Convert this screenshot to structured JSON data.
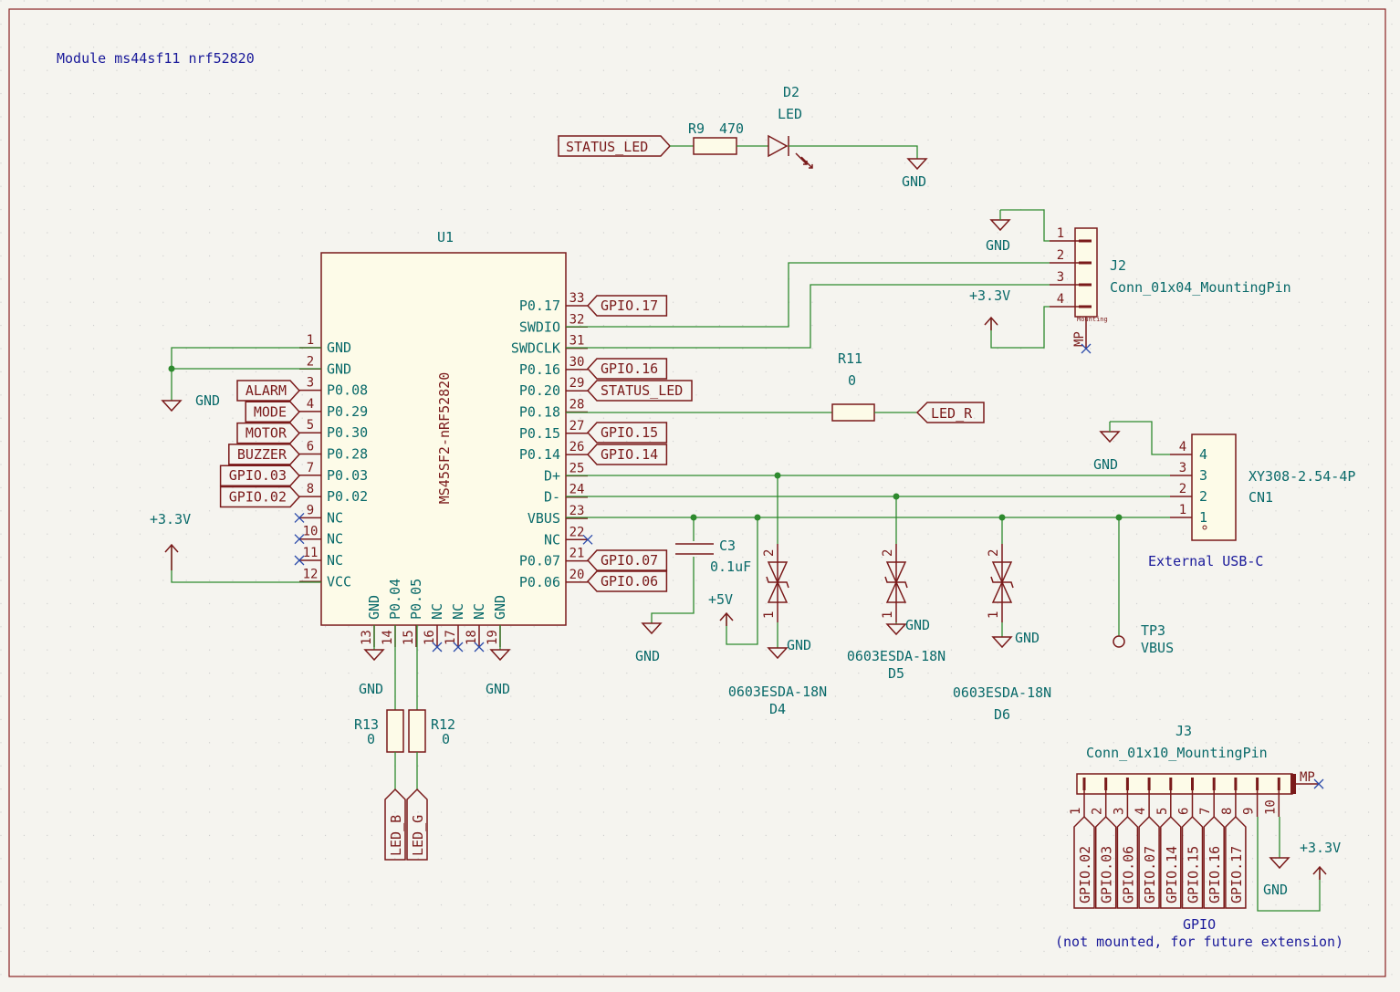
{
  "title": "Module ms44sf11 nrf52820",
  "u1": {
    "ref": "U1",
    "value": "MS45SF2-nRF52820",
    "left_pins": [
      {
        "num": "1",
        "name": "GND"
      },
      {
        "num": "2",
        "name": "GND"
      },
      {
        "num": "3",
        "name": "P0.08"
      },
      {
        "num": "4",
        "name": "P0.29"
      },
      {
        "num": "5",
        "name": "P0.30"
      },
      {
        "num": "6",
        "name": "P0.28"
      },
      {
        "num": "7",
        "name": "P0.03"
      },
      {
        "num": "8",
        "name": "P0.02"
      },
      {
        "num": "9",
        "name": "NC"
      },
      {
        "num": "10",
        "name": "NC"
      },
      {
        "num": "11",
        "name": "NC"
      },
      {
        "num": "12",
        "name": "VCC"
      }
    ],
    "right_pins": [
      {
        "num": "33",
        "name": "P0.17"
      },
      {
        "num": "32",
        "name": "SWDIO"
      },
      {
        "num": "31",
        "name": "SWDCLK"
      },
      {
        "num": "30",
        "name": "P0.16"
      },
      {
        "num": "29",
        "name": "P0.20"
      },
      {
        "num": "28",
        "name": "P0.18"
      },
      {
        "num": "27",
        "name": "P0.15"
      },
      {
        "num": "26",
        "name": "P0.14"
      },
      {
        "num": "25",
        "name": "D+"
      },
      {
        "num": "24",
        "name": "D-"
      },
      {
        "num": "23",
        "name": "VBUS"
      },
      {
        "num": "22",
        "name": "NC"
      },
      {
        "num": "21",
        "name": "P0.07"
      },
      {
        "num": "20",
        "name": "P0.06"
      }
    ],
    "bottom_pins": [
      {
        "num": "13",
        "name": "GND"
      },
      {
        "num": "14",
        "name": "P0.04"
      },
      {
        "num": "15",
        "name": "P0.05"
      },
      {
        "num": "16",
        "name": "NC"
      },
      {
        "num": "17",
        "name": "NC"
      },
      {
        "num": "18",
        "name": "NC"
      },
      {
        "num": "19",
        "name": "GND"
      }
    ]
  },
  "left_labels": [
    "ALARM",
    "MODE",
    "MOTOR",
    "BUZZER",
    "GPIO.03",
    "GPIO.02"
  ],
  "right_labels": [
    "GPIO.17",
    "GPIO.16",
    "STATUS_LED",
    "GPIO.15",
    "GPIO.14",
    "GPIO.07",
    "GPIO.06"
  ],
  "led_labels": [
    "LED_B",
    "LED_G"
  ],
  "led_r_label": "LED_R",
  "status_label": "STATUS_LED",
  "power": {
    "gnd": "GND",
    "v33": "+3.3V",
    "v5": "+5V"
  },
  "r9": {
    "ref": "R9",
    "value": "470"
  },
  "d2": {
    "ref": "D2",
    "value": "LED"
  },
  "r11": {
    "ref": "R11",
    "value": "0"
  },
  "r12": {
    "ref": "R12",
    "value": "0"
  },
  "r13": {
    "ref": "R13",
    "value": "0"
  },
  "c3": {
    "ref": "C3",
    "value": "0.1uF"
  },
  "j2": {
    "ref": "J2",
    "value": "Conn_01x04_MountingPin",
    "pins": [
      "1",
      "2",
      "3",
      "4"
    ],
    "mp": "MP",
    "mount": "Mounting"
  },
  "cn1": {
    "ref": "CN1",
    "value": "XY308-2.54-4P",
    "desc": "External USB-C",
    "pins": [
      "4",
      "3",
      "2",
      "1"
    ],
    "pin_names": [
      "4",
      "3",
      "2",
      "1"
    ]
  },
  "tvs": [
    {
      "ref": "D4",
      "value": "0603ESDA-18N"
    },
    {
      "ref": "D5",
      "value": "0603ESDA-18N"
    },
    {
      "ref": "D6",
      "value": "0603ESDA-18N"
    }
  ],
  "tvs_pins": [
    "1",
    "2"
  ],
  "tp3": {
    "ref": "TP3",
    "value": "VBUS"
  },
  "j3": {
    "ref": "J3",
    "value": "Conn_01x10_MountingPin",
    "mp": "MP",
    "pins": [
      "1",
      "2",
      "3",
      "4",
      "5",
      "6",
      "7",
      "8",
      "9",
      "10"
    ],
    "labels": [
      "GPIO.02",
      "GPIO.03",
      "GPIO.06",
      "GPIO.07",
      "GPIO.14",
      "GPIO.15",
      "GPIO.16",
      "GPIO.17"
    ],
    "note1": "GPIO",
    "note2": "(not mounted, for future extension)"
  }
}
